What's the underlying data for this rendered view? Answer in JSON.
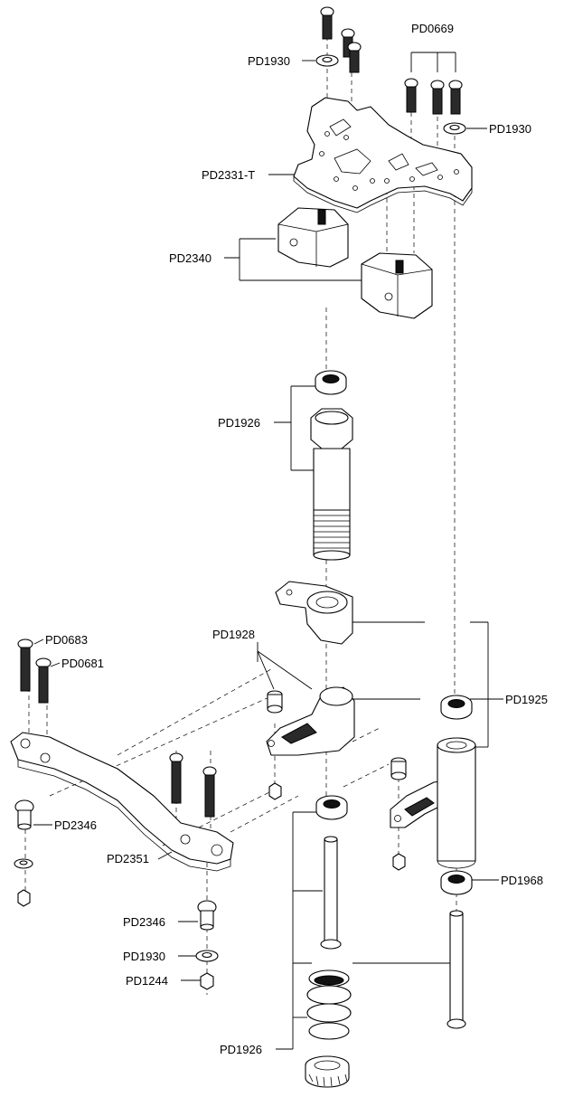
{
  "diagram": {
    "colors": {
      "ink": "#000000",
      "background": "#ffffff",
      "dark_fill": "#2a2a2a"
    },
    "labels": {
      "pd1930_top_left": "PD1930",
      "pd0669": "PD0669",
      "pd1930_top_right": "PD1930",
      "pd2331t": "PD2331-T",
      "pd2340": "PD2340",
      "pd1926_upper": "PD1926",
      "pd1928": "PD1928",
      "pd0683": "PD0683",
      "pd0681": "PD0681",
      "pd1925": "PD1925",
      "pd2346_left": "PD2346",
      "pd2351": "PD2351",
      "pd1968": "PD1968",
      "pd2346_lower": "PD2346",
      "pd1930_lower": "PD1930",
      "pd1244": "PD1244",
      "pd1926_lower": "PD1926"
    }
  }
}
